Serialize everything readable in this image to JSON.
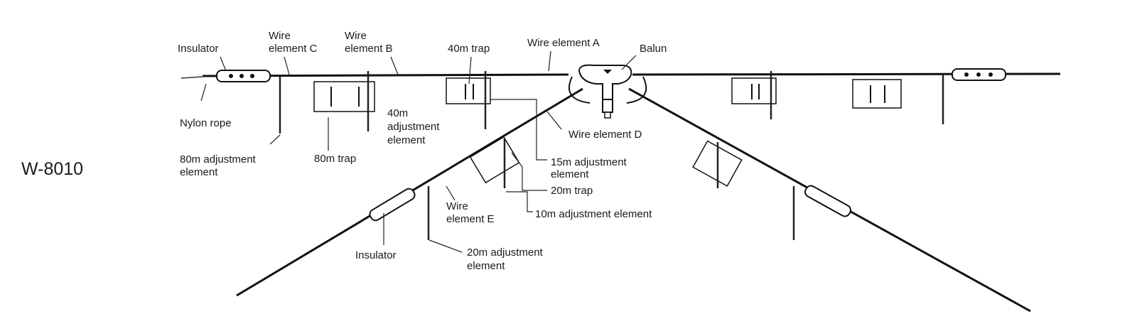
{
  "model": "W-8010",
  "labels": {
    "insulator_top": "Insulator",
    "wire_c_1": "Wire",
    "wire_c_2": "element C",
    "wire_b_1": "Wire",
    "wire_b_2": "element B",
    "trap_40m": "40m trap",
    "wire_a": "Wire element A",
    "balun": "Balun",
    "nylon_rope": "Nylon rope",
    "adj_40m_1": "40m",
    "adj_40m_2": "adjustment",
    "adj_40m_3": "element",
    "wire_d": "Wire element D",
    "adj_80m_1": "80m  adjustment",
    "adj_80m_2": "element",
    "trap_80m": "80m trap",
    "adj_15m_1": "15m adjustment",
    "adj_15m_2": "element",
    "trap_20m": "20m trap",
    "adj_10m": "10m adjustment element",
    "wire_e_1": "Wire",
    "wire_e_2": "element E",
    "insulator_bottom": "Insulator",
    "adj_20m_1": "20m adjustment",
    "adj_20m_2": "element"
  }
}
